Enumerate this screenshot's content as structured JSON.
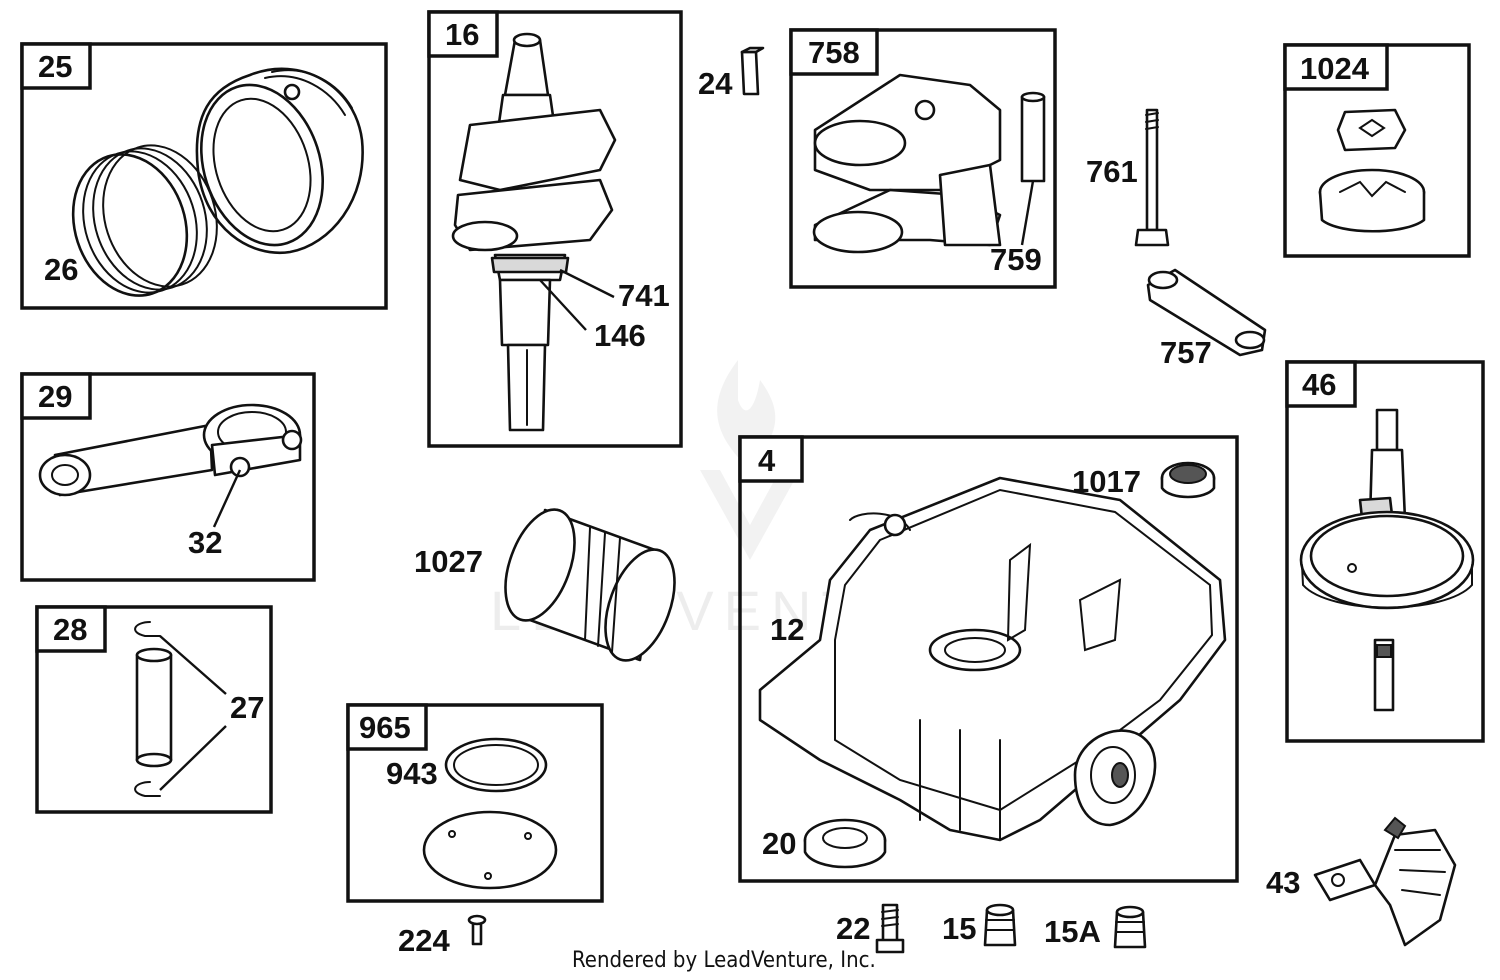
{
  "diagram": {
    "watermark": "LEADVENTURE",
    "footer": "Rendered by LeadVenture, Inc.",
    "boxes": {
      "b25": "25",
      "b16": "16",
      "b758": "758",
      "b1024": "1024",
      "b29": "29",
      "b28": "28",
      "b965": "965",
      "b4": "4",
      "b46": "46"
    },
    "labels": {
      "p26": "26",
      "p24": "24",
      "p741": "741",
      "p146": "146",
      "p759": "759",
      "p761": "761",
      "p757": "757",
      "p32": "32",
      "p27": "27",
      "p1027": "1027",
      "p943": "943",
      "p224": "224",
      "p1017": "1017",
      "p12": "12",
      "p20": "20",
      "p22": "22",
      "p15": "15",
      "p15a": "15A",
      "p43": "43"
    }
  }
}
